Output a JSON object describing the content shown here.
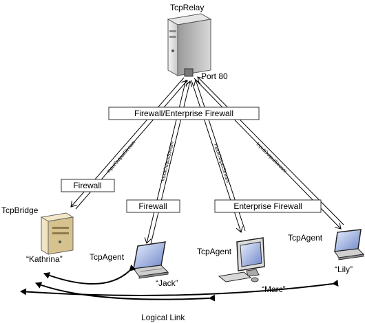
{
  "nodes": {
    "relay": {
      "name": "TcpRelay",
      "port": "Port 80"
    },
    "bridge": {
      "name": "TcpBridge",
      "user": "“Kathrina”"
    },
    "agent_jack": {
      "name": "TcpAgent",
      "user": "“Jack”"
    },
    "agent_marc": {
      "name": "TcpAgent",
      "user": "“Marc”"
    },
    "agent_lily": {
      "name": "TcpAgent",
      "user": "“Lily”"
    }
  },
  "firewalls": {
    "top": "Firewall/Enterprise Firewall",
    "bridge": "Firewall",
    "jack": "Firewall",
    "marc_lily": "Enterprise Firewall"
  },
  "streams": {
    "s1": "InputOutputStream",
    "s2": "InputOutputStream",
    "s3": "InputOutputStream",
    "s4": "InputOutputStream"
  },
  "logical_link": "Logical Link"
}
